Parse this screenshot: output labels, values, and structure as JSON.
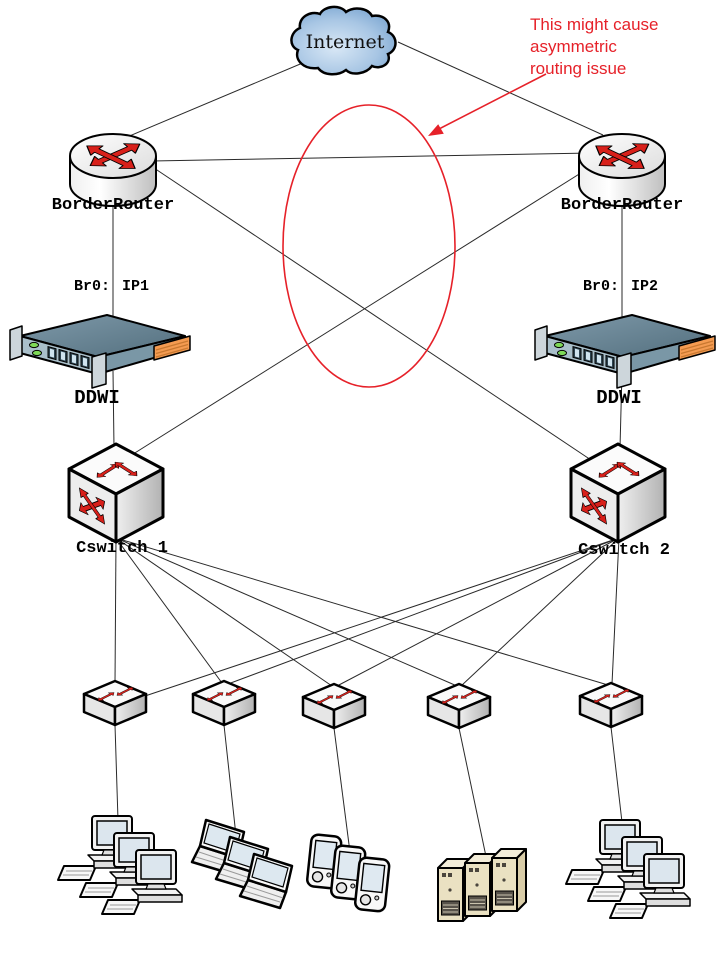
{
  "labels": {
    "internet": "Internet",
    "router_left": "BorderRouter",
    "router_right": "BorderRouter",
    "br0_left_port": "Br0:",
    "br0_left_ip": "IP1",
    "br0_right_port": "Br0:",
    "br0_right_ip": "IP2",
    "ddwi_left": "DDWI",
    "ddwi_right": "DDWI",
    "cswitch_left": "Cswitch 1",
    "cswitch_right": "Cswitch 2"
  },
  "annotation": {
    "lines": [
      "This might cause",
      "asymmetric",
      "routing issue"
    ],
    "color": "#e62129",
    "points_to": "red ellipse around crossed router-to-switch links"
  },
  "colors": {
    "background": "#ffffff",
    "link_line": "#2a2a2a",
    "highlight_red": "#e62129",
    "icon_arrow_red": "#d8201a",
    "cloud_blue": "#7aa6d4",
    "ddwi_top": "#5f7d8e",
    "server_beige": "#eae1c2"
  },
  "topology": {
    "links": [
      {
        "from": "Internet",
        "to": "BorderRouter left"
      },
      {
        "from": "Internet",
        "to": "BorderRouter right"
      },
      {
        "from": "BorderRouter left",
        "to": "BorderRouter right"
      },
      {
        "from": "BorderRouter left",
        "to": "DDWI left",
        "via": "Br0: IP1"
      },
      {
        "from": "BorderRouter right",
        "to": "DDWI right",
        "via": "Br0: IP2"
      },
      {
        "from": "DDWI left",
        "to": "Cswitch 1"
      },
      {
        "from": "DDWI right",
        "to": "Cswitch 2"
      },
      {
        "from": "BorderRouter left",
        "to": "Cswitch 2"
      },
      {
        "from": "BorderRouter right",
        "to": "Cswitch 1"
      },
      {
        "from": "Cswitch 1",
        "to": "access switch 1"
      },
      {
        "from": "Cswitch 1",
        "to": "access switch 2"
      },
      {
        "from": "Cswitch 1",
        "to": "access switch 3"
      },
      {
        "from": "Cswitch 1",
        "to": "access switch 4"
      },
      {
        "from": "Cswitch 1",
        "to": "access switch 5"
      },
      {
        "from": "Cswitch 2",
        "to": "access switch 1"
      },
      {
        "from": "Cswitch 2",
        "to": "access switch 2"
      },
      {
        "from": "Cswitch 2",
        "to": "access switch 3"
      },
      {
        "from": "Cswitch 2",
        "to": "access switch 4"
      },
      {
        "from": "Cswitch 2",
        "to": "access switch 5"
      },
      {
        "from": "access switch 1",
        "to": "desktop group left"
      },
      {
        "from": "access switch 2",
        "to": "laptop group"
      },
      {
        "from": "access switch 3",
        "to": "handheld group"
      },
      {
        "from": "access switch 4",
        "to": "server group"
      },
      {
        "from": "access switch 5",
        "to": "desktop group right"
      }
    ]
  }
}
